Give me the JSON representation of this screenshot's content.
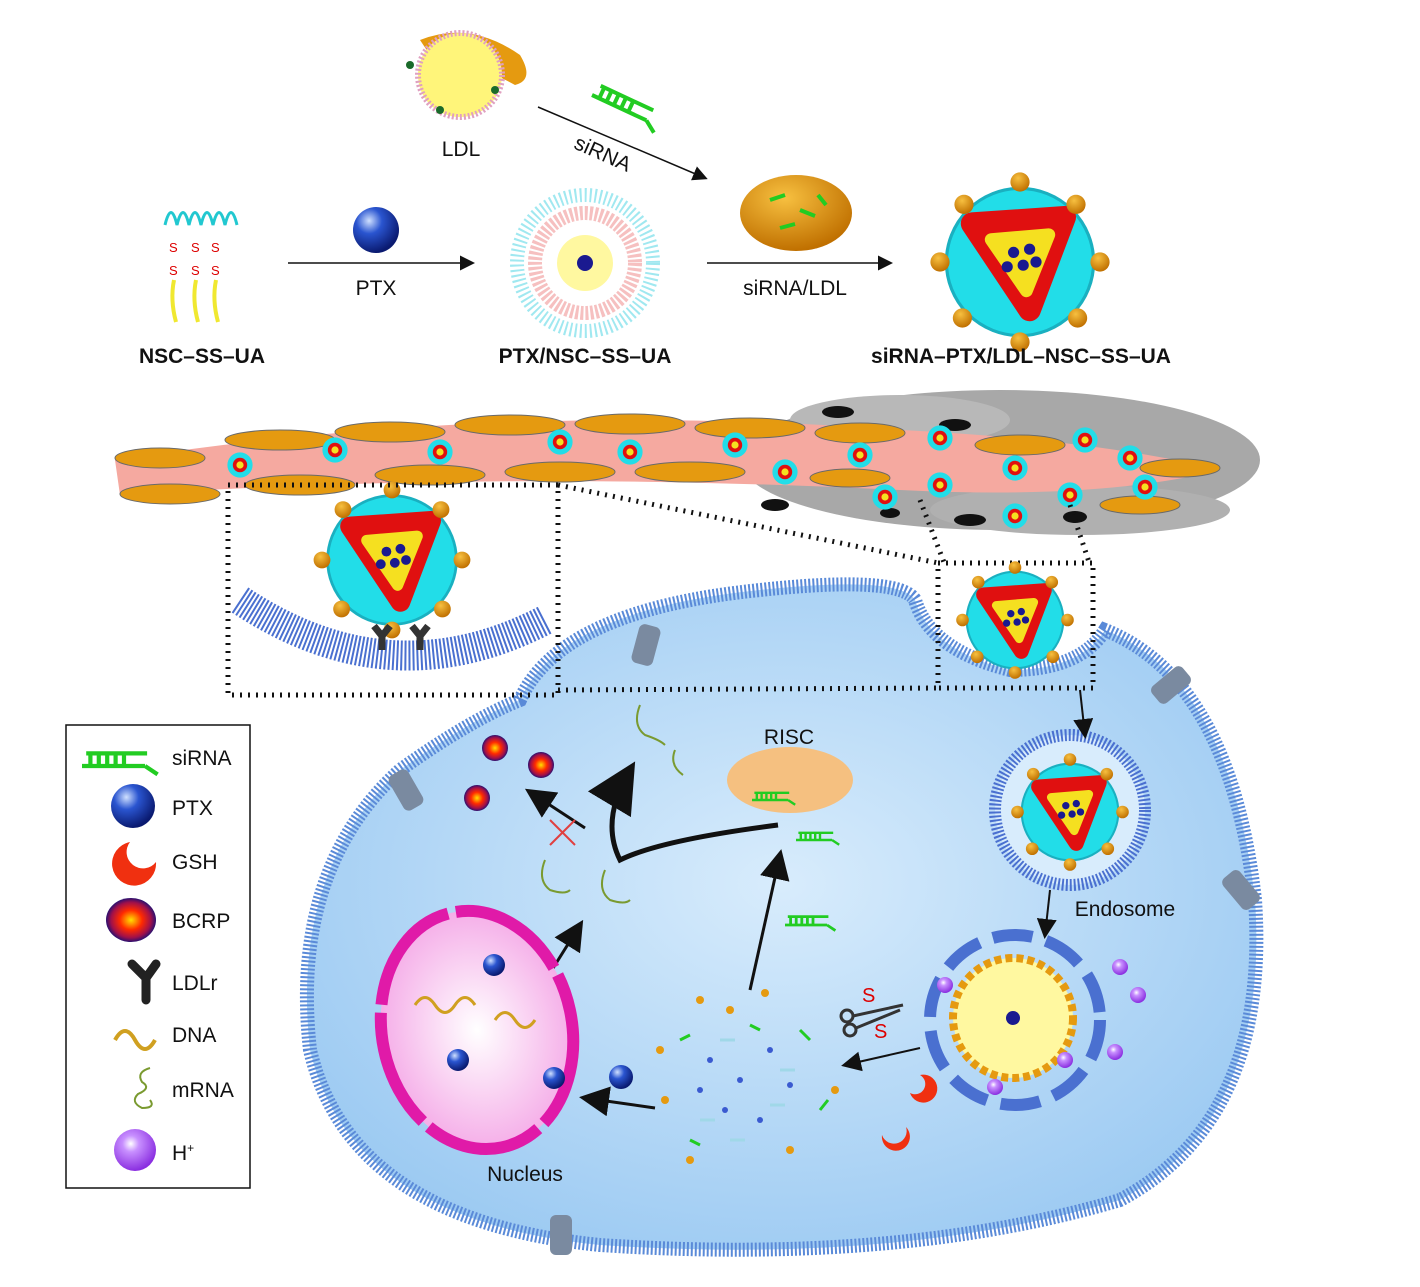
{
  "top": {
    "ldl": "LDL",
    "sirna_arrow": "siRNA",
    "ptx_arrow": "PTX",
    "sirna_ldl_arrow": "siRNA/LDL",
    "s_label": "S",
    "nsc_ss_ua": "NSC–SS–UA",
    "ptx_nsc_ss_ua": "PTX/NSC–SS–UA",
    "final_np": "siRNA–PTX/LDL–NSC–SS–UA"
  },
  "cell": {
    "risc": "RISC",
    "endosome": "Endosome",
    "nucleus": "Nucleus",
    "s_label": "S"
  },
  "legend": {
    "items": [
      {
        "label": "siRNA",
        "icon": "sirna-icon"
      },
      {
        "label": "PTX",
        "icon": "ptx-sphere-icon"
      },
      {
        "label": "GSH",
        "icon": "gsh-crescent-icon"
      },
      {
        "label": "BCRP",
        "icon": "bcrp-icon"
      },
      {
        "label": "LDLr",
        "icon": "ldl-receptor-icon"
      },
      {
        "label": "DNA",
        "icon": "dna-icon"
      },
      {
        "label": "mRNA",
        "icon": "mrna-icon"
      },
      {
        "label": "H",
        "icon": "proton-icon",
        "superscript": "+"
      }
    ]
  },
  "colors": {
    "sirna": "#22cc22",
    "cyan_shell": "#22dde8",
    "red_core": "#e01010",
    "yellow_core": "#f5e020",
    "ldl_orange": "#e59a10",
    "cell": "#b9dcf7",
    "nucleus": "#e01aa8",
    "vessel": "#f5a9a0"
  }
}
